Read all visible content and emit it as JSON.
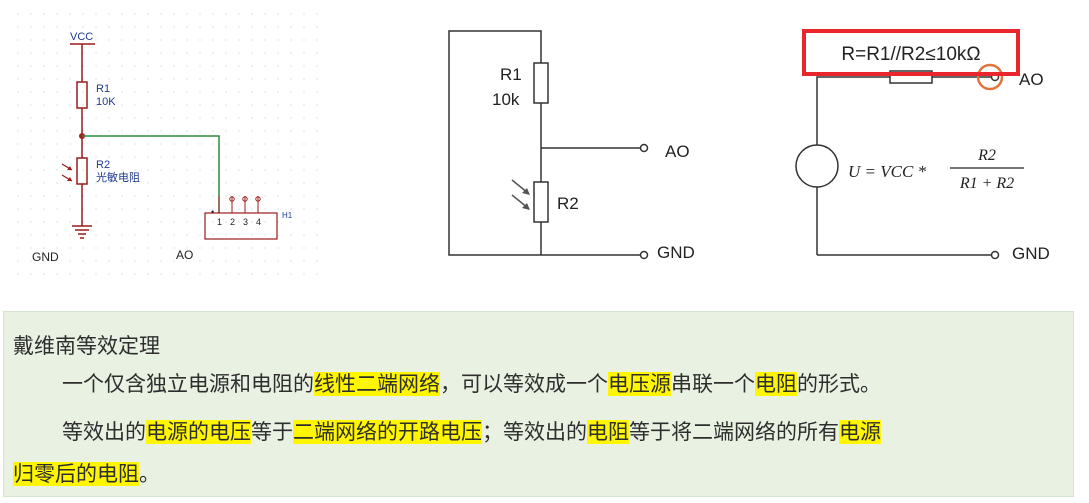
{
  "schematic": {
    "vcc": "VCC",
    "r1_ref": "R1",
    "r1_val": "10K",
    "r2_ref": "R2",
    "r2_val": "光敏电阻",
    "gnd": "GND",
    "ao": "AO",
    "header_ref": "H1",
    "header_pins": [
      "1",
      "2",
      "3",
      "4"
    ]
  },
  "circuit_middle": {
    "r1_label": "R1",
    "r1_value": "10k",
    "r2_label": "R2",
    "ao": "AO",
    "gnd": "GND"
  },
  "circuit_right": {
    "boxed_formula": "R=R1//R2≤10kΩ",
    "ao": "AO",
    "gnd": "GND",
    "formula_lhs": "U = VCC  *",
    "formula_num": "R2",
    "formula_den": "R1 + R2"
  },
  "note": {
    "title": "戴维南等效定理",
    "p1": [
      {
        "t": "一个仅含独立电源和电阻的",
        "h": false
      },
      {
        "t": "线性二端网络",
        "h": true
      },
      {
        "t": "，可以等效成一个",
        "h": false
      },
      {
        "t": "电压源",
        "h": true
      },
      {
        "t": "串联一个",
        "h": false
      },
      {
        "t": "电阻",
        "h": true
      },
      {
        "t": "的形式。",
        "h": false
      }
    ],
    "p2": [
      {
        "t": "等效出的",
        "h": false
      },
      {
        "t": "电源的电压",
        "h": true
      },
      {
        "t": "等于",
        "h": false
      },
      {
        "t": "二端网络的开路电压",
        "h": true
      },
      {
        "t": "；等效出的",
        "h": false
      },
      {
        "t": "电阻",
        "h": true
      },
      {
        "t": "等于将二端网络的所有",
        "h": false
      },
      {
        "t": "电源",
        "h": true
      }
    ],
    "p3": [
      {
        "t": "归零后的电阻",
        "h": true
      },
      {
        "t": "。",
        "h": false
      }
    ]
  },
  "colors": {
    "highlight": "#fff600",
    "annotation_red": "#e8262b",
    "circle_orange": "#e0743a",
    "wire_red": "#9b1b1b",
    "wire_green": "#2f8a3a",
    "label_blue": "#1f3d8f"
  }
}
